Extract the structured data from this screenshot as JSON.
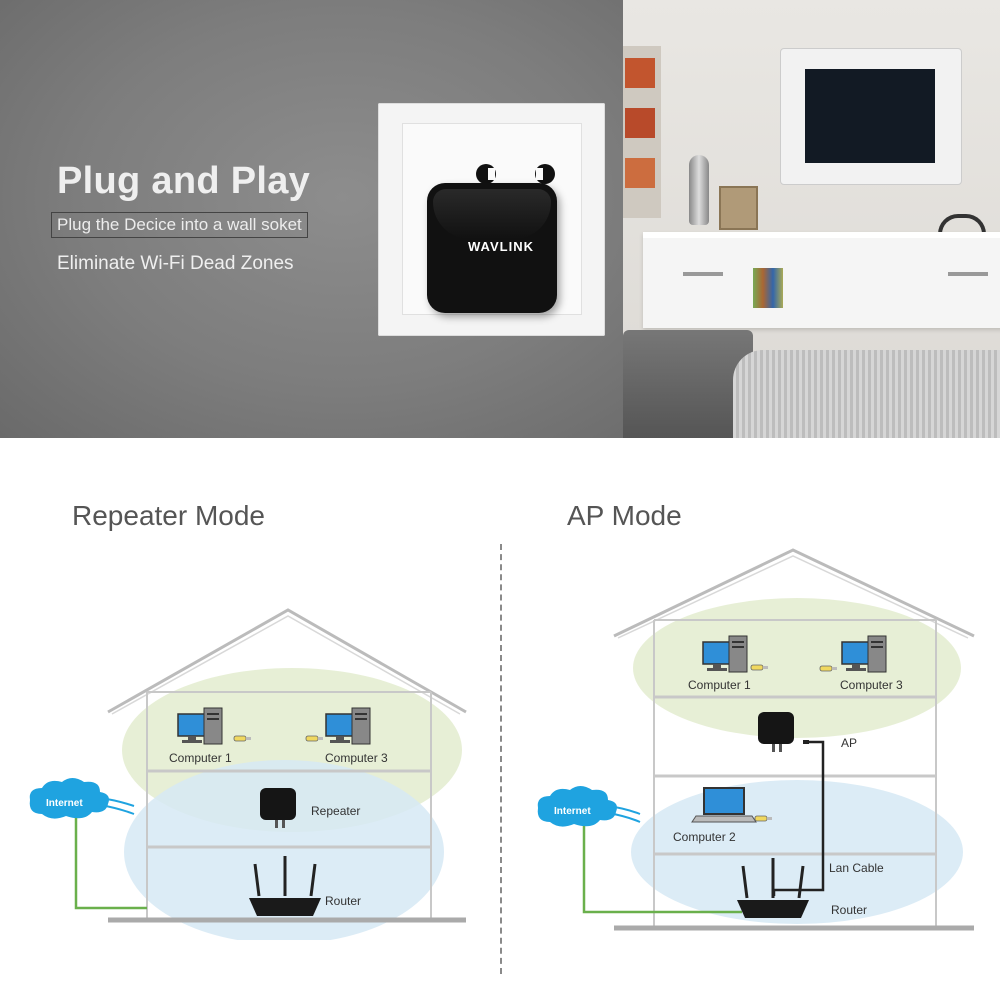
{
  "hero": {
    "headline": "Plug and Play",
    "sub_boxed": "Plug the Decice into a wall soket",
    "sub_plain": "Eliminate Wi-Fi Dead Zones",
    "brand": "WAVLINK"
  },
  "repeater_mode": {
    "title": "Repeater Mode",
    "internet": "Internet",
    "computer_1": "Computer 1",
    "computer_3": "Computer 3",
    "repeater": "Repeater",
    "router": "Router"
  },
  "ap_mode": {
    "title": "AP Mode",
    "internet": "Internet",
    "computer_1": "Computer 1",
    "computer_3": "Computer 3",
    "ap": "AP",
    "computer_2": "Computer 2",
    "lan_cable": "Lan Cable",
    "router": "Router"
  },
  "colors": {
    "green_zone": "#e8f0d8",
    "blue_zone": "#d8ebf6",
    "internet_cloud": "#1fa3e0",
    "cable_green": "#6ab04c"
  }
}
